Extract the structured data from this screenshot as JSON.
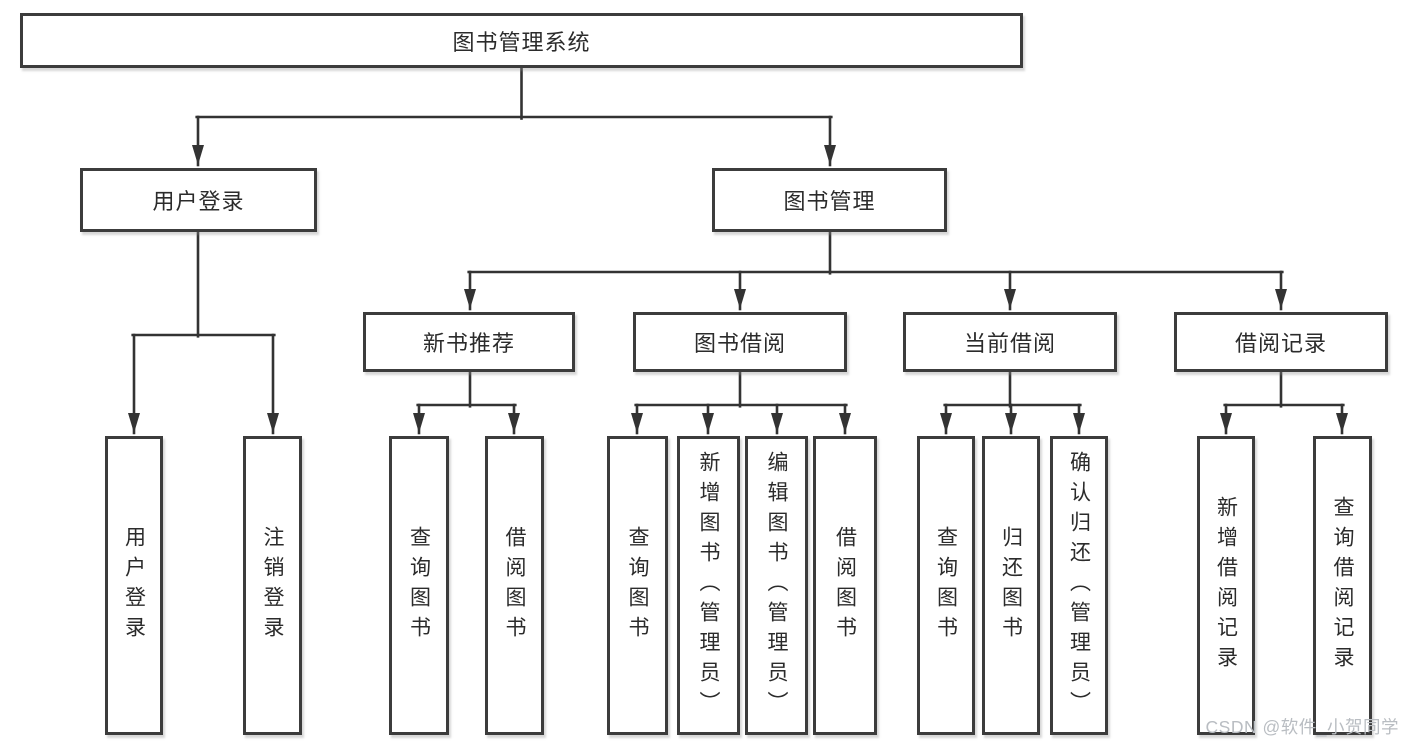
{
  "tree": {
    "label": "图书管理系统",
    "children": [
      {
        "label": "用户登录",
        "children": [
          {
            "label": "用户登录"
          },
          {
            "label": "注销登录"
          }
        ]
      },
      {
        "label": "图书管理",
        "children": [
          {
            "label": "新书推荐",
            "children": [
              {
                "label": "查询图书"
              },
              {
                "label": "借阅图书"
              }
            ]
          },
          {
            "label": "图书借阅",
            "children": [
              {
                "label": "查询图书"
              },
              {
                "label": "新增图书（管理员）"
              },
              {
                "label": "编辑图书（管理员）"
              },
              {
                "label": "借阅图书"
              }
            ]
          },
          {
            "label": "当前借阅",
            "children": [
              {
                "label": "查询图书"
              },
              {
                "label": "归还图书"
              },
              {
                "label": "确认归还（管理员）"
              }
            ]
          },
          {
            "label": "借阅记录",
            "children": [
              {
                "label": "新增借阅记录"
              },
              {
                "label": "查询借阅记录"
              }
            ]
          }
        ]
      }
    ]
  },
  "watermark": {
    "text": "CSDN @软件_小贺同学"
  },
  "colors": {
    "line": "#333333",
    "box_border": "#3c3c3c",
    "text": "#2b2b2b",
    "background": "#ffffff",
    "watermark": "#b9bdc2"
  }
}
